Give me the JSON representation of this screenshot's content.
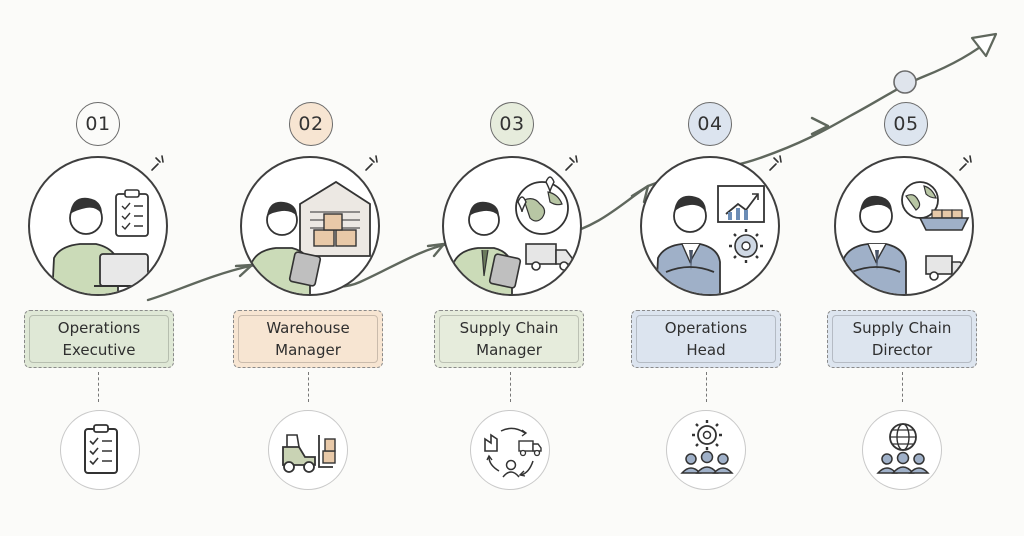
{
  "colors": {
    "stage1": "#dfe8d6",
    "stage2": "#f7e5d2",
    "stage3": "#e6ecdc",
    "stage4": "#dce4ef",
    "stage5": "#dde5ef",
    "line": "#3f3f3f",
    "arrow": "#5f675d"
  },
  "stages": [
    {
      "number": "01",
      "title_line1": "Operations",
      "title_line2": "Executive",
      "portrait_icons": [
        "person-with-laptop-icon",
        "clipboard-checklist-icon"
      ],
      "bottom_icon": "clipboard-checklist-icon"
    },
    {
      "number": "02",
      "title_line1": "Warehouse",
      "title_line2": "Manager",
      "portrait_icons": [
        "person-with-tablet-icon",
        "warehouse-boxes-icon"
      ],
      "bottom_icon": "forklift-icon"
    },
    {
      "number": "03",
      "title_line1": "Supply Chain",
      "title_line2": "Manager",
      "portrait_icons": [
        "person-with-tablet-icon",
        "globe-map-pins-icon",
        "delivery-truck-icon"
      ],
      "bottom_icon": "supply-cycle-icon"
    },
    {
      "number": "04",
      "title_line1": "Operations",
      "title_line2": "Head",
      "portrait_icons": [
        "person-in-suit-icon",
        "growth-chart-icon",
        "gear-icon"
      ],
      "bottom_icon": "gear-team-icon"
    },
    {
      "number": "05",
      "title_line1": "Supply Chain",
      "title_line2": "Director",
      "portrait_icons": [
        "person-in-suit-icon",
        "globe-icon",
        "cargo-ship-icon",
        "delivery-truck-icon"
      ],
      "bottom_icon": "globe-team-icon"
    }
  ],
  "path": {
    "markers": [
      "arrow-marker",
      "arrow-marker",
      "arrow-marker",
      "arrow-marker",
      "arrow-marker"
    ],
    "end_dot": "progress-dot",
    "end_arrow": "arrowhead-icon"
  }
}
